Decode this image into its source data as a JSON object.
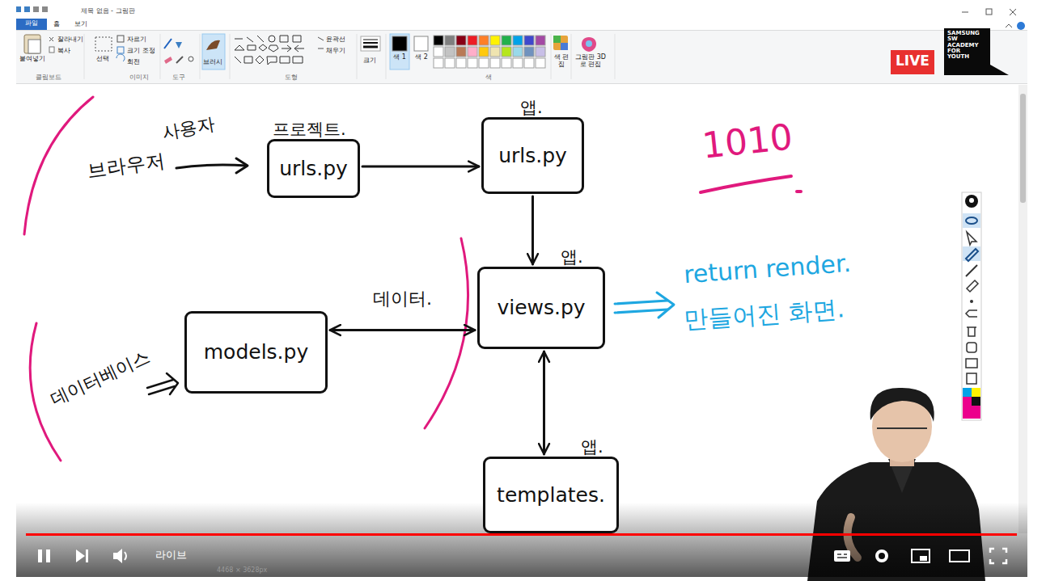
{
  "diagram": {
    "nodes": [
      {
        "text": [
          "프로젝트.",
          "urls.py"
        ]
      },
      {
        "text": [
          "앱.",
          "urls.py"
        ]
      },
      {
        "text": [
          "앱.",
          "views.py"
        ]
      },
      {
        "text": [
          "models.py"
        ]
      },
      {
        "text": [
          "앱.",
          "templates."
        ]
      }
    ],
    "edges": [
      {
        "from": 0,
        "to": 1,
        "arrow": "to"
      },
      {
        "from": 1,
        "to": 2,
        "arrow": "to"
      },
      {
        "from": 2,
        "to": 3,
        "label": "데이터.",
        "arrow": "both"
      },
      {
        "from": 2,
        "to": 4,
        "arrow": "both"
      }
    ],
    "labels": [
      "제목 없음 - 그림판",
      "파일",
      "홈",
      "보기",
      "붙여넣기",
      "잘라내기",
      "복사",
      "클립보드",
      "선택",
      "자르기",
      "크기 조정",
      "회전",
      "이미지",
      "도구",
      "브러시",
      "도형",
      "윤곽선",
      "채우기",
      "크기",
      "색 1",
      "색 2",
      "색",
      "색 편집",
      "그림판 3D로 편집",
      "LIVE",
      "SAMSUNG SW ACADEMY FOR YOUTH",
      "브라우저",
      "사용자",
      "1010",
      "return render.",
      "만들어진 화면.",
      "데이터베이스",
      "라이브",
      "4468 × 3628px"
    ]
  }
}
